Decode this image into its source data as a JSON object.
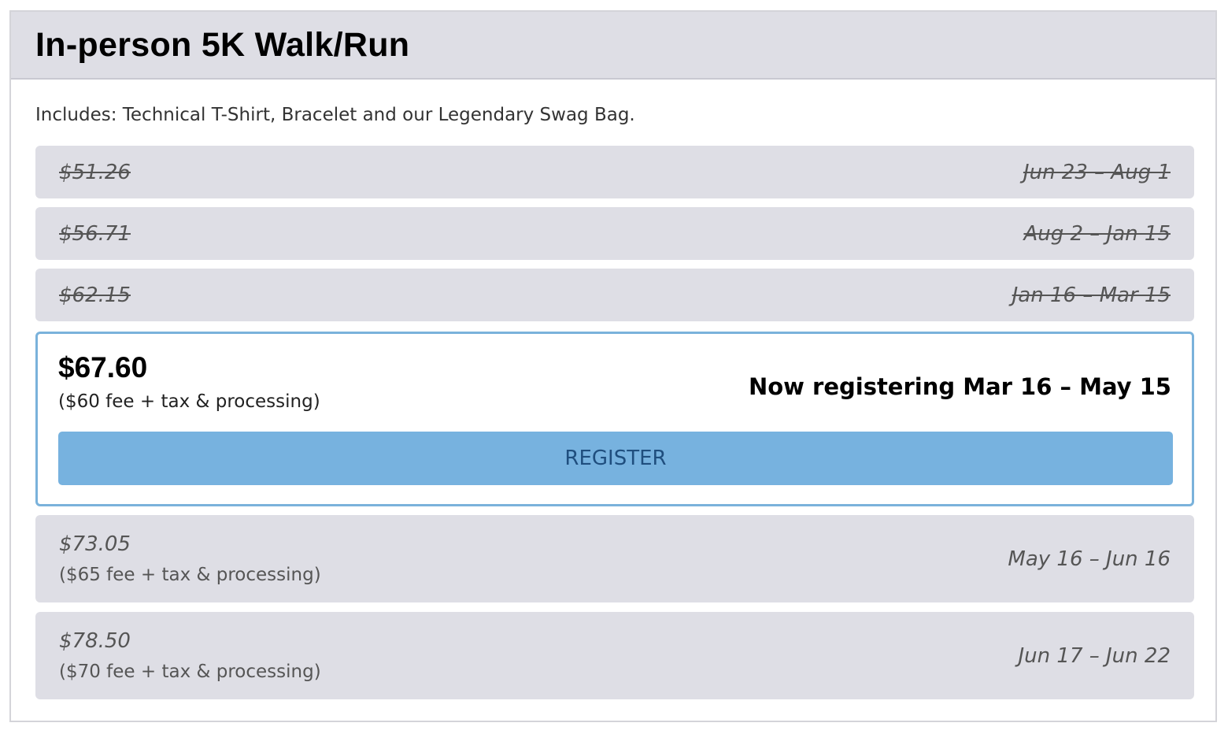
{
  "title": "In-person 5K Walk/Run",
  "includes": "Includes: Technical T-Shirt, Bracelet and our Legendary Swag Bag.",
  "past_tiers": [
    {
      "price": "$51.26",
      "dates": "Jun 23 – Aug 1"
    },
    {
      "price": "$56.71",
      "dates": "Aug 2 – Jan 15"
    },
    {
      "price": "$62.15",
      "dates": "Jan 16 – Mar 15"
    }
  ],
  "current_tier": {
    "price": "$67.60",
    "fee": "($60 fee + tax & processing)",
    "status": "Now registering Mar 16 – May 15",
    "button_label": "REGISTER"
  },
  "future_tiers": [
    {
      "price": "$73.05",
      "fee": "($65 fee + tax & processing)",
      "dates": "May 16 – Jun 16"
    },
    {
      "price": "$78.50",
      "fee": "($70 fee + tax & processing)",
      "dates": "Jun 17 – Jun 22"
    }
  ],
  "colors": {
    "header_bg": "#dedee5",
    "tier_bg": "#dedee5",
    "accent_border": "#7ab2db",
    "button_bg": "#77b2df",
    "button_text": "#1f4e7e"
  }
}
